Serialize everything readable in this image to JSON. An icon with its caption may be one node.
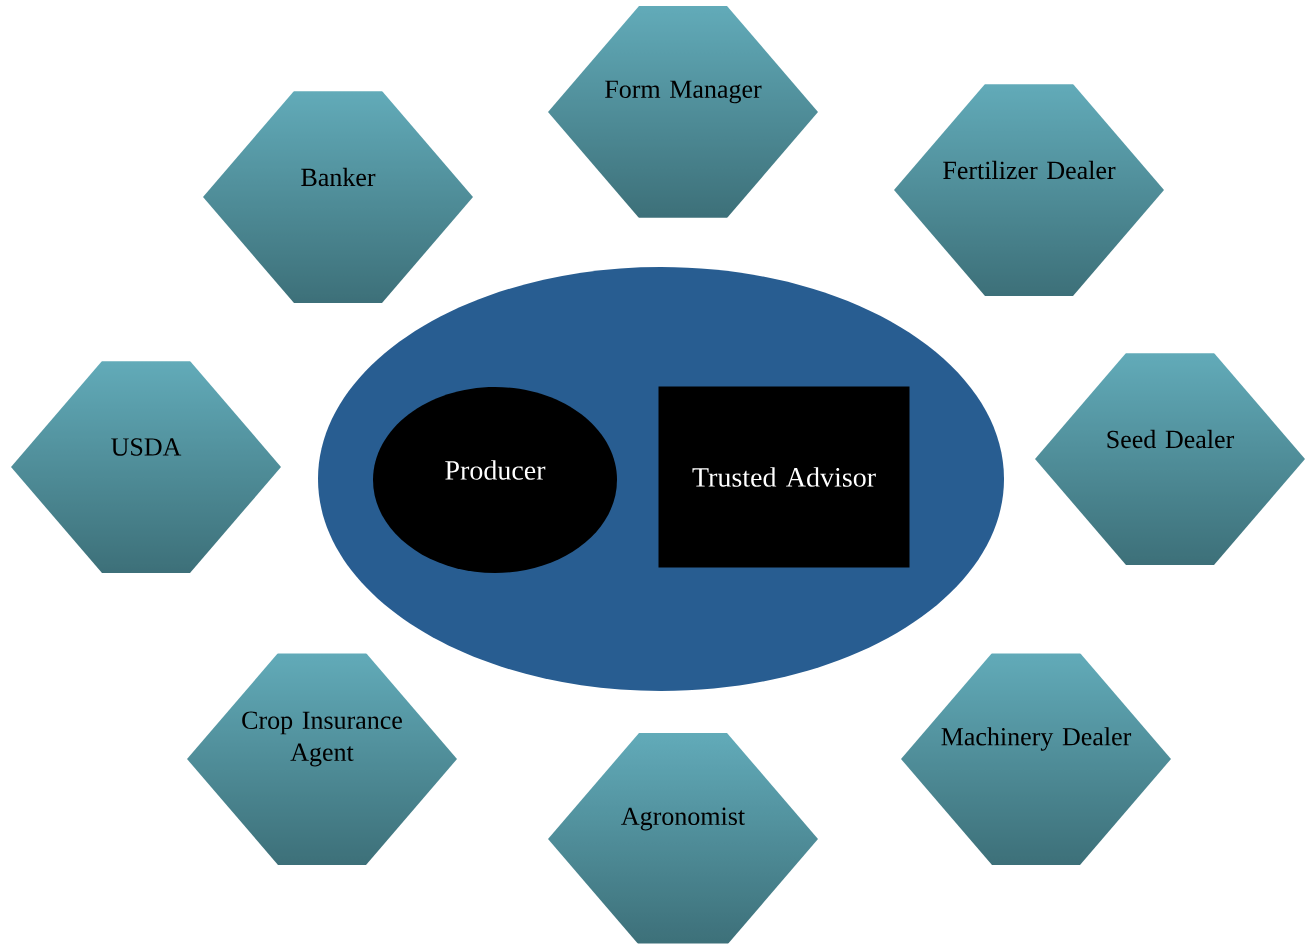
{
  "diagram": {
    "nodes": [
      {
        "text": [
          "Form Manager"
        ]
      },
      {
        "text": [
          "Banker"
        ]
      },
      {
        "text": [
          "Fertilizer Dealer"
        ]
      },
      {
        "text": [],
        "shape": "ellipse"
      },
      {
        "text": [
          "Seed Dealer"
        ]
      },
      {
        "text": [
          "USDA"
        ]
      },
      {
        "text": [
          "Producer"
        ],
        "in": 3
      },
      {
        "text": [
          "Trusted Advisor"
        ],
        "in": 3
      },
      {
        "text": [
          "Crop Insurance Agent"
        ]
      },
      {
        "text": [
          "Machinery Dealer"
        ]
      },
      {
        "text": [
          "Agronomist"
        ]
      }
    ]
  }
}
